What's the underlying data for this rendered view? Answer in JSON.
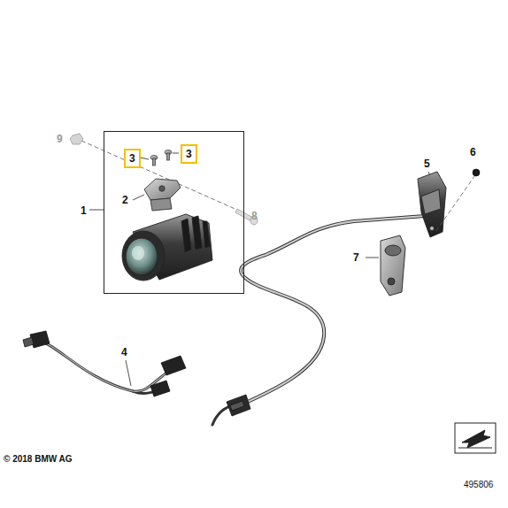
{
  "diagram": {
    "nodes": [
      {
        "text": [
          "1"
        ]
      },
      {
        "text": [
          "3"
        ],
        "in": 0
      },
      {
        "text": [
          "3"
        ],
        "in": 0
      }
    ],
    "labels": [
      "9",
      "2",
      "8",
      "6",
      "5",
      "7",
      "4",
      "© 2018 BMW AG",
      "495806"
    ]
  }
}
